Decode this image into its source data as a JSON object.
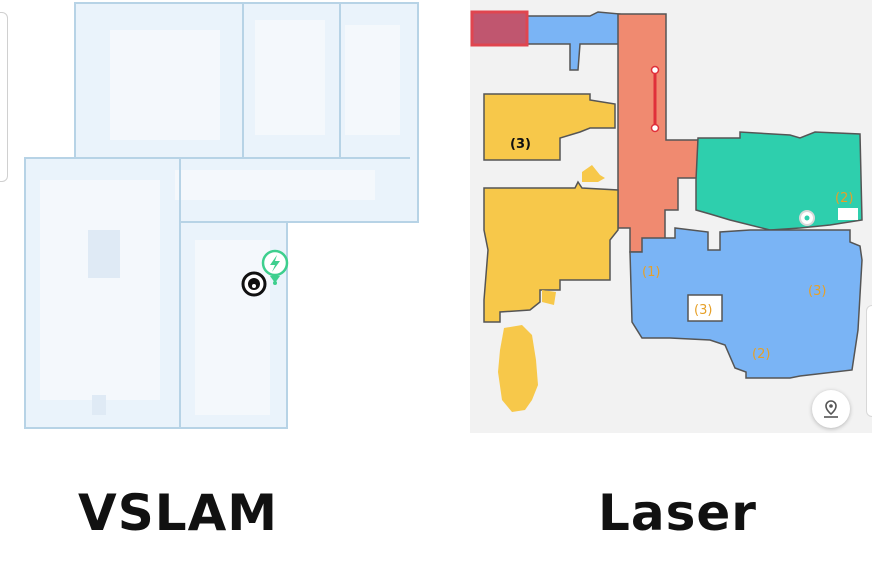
{
  "captions": {
    "vslam": "VSLAM",
    "laser": "Laser"
  },
  "colors": {
    "vslam_room_fill": "#eaf3fb",
    "vslam_room_stroke": "#b7d3e6",
    "charger_green": "#3ecf8e",
    "laser_background": "#f2f2f2",
    "room_blue": "#7ab4f5",
    "room_salmon": "#f08a70",
    "room_teal": "#2ecfad",
    "room_yellow": "#f7c84a",
    "room_red": "#e0454f"
  },
  "laser_map": {
    "room_labels": [
      {
        "text": "(3)",
        "color": "#111111"
      },
      {
        "text": "(2)",
        "color": "#e6a028"
      },
      {
        "text": "(1)",
        "color": "#e6a028"
      },
      {
        "text": "(3)",
        "color": "#e6a028"
      },
      {
        "text": "(3)",
        "color": "#e6a028"
      },
      {
        "text": "(2)",
        "color": "#e6a028"
      }
    ]
  },
  "icons": {
    "charger": "lightning-bolt-pin",
    "robot": "robot-vacuum",
    "locate": "map-pin-person",
    "dock": "dock-marker"
  }
}
